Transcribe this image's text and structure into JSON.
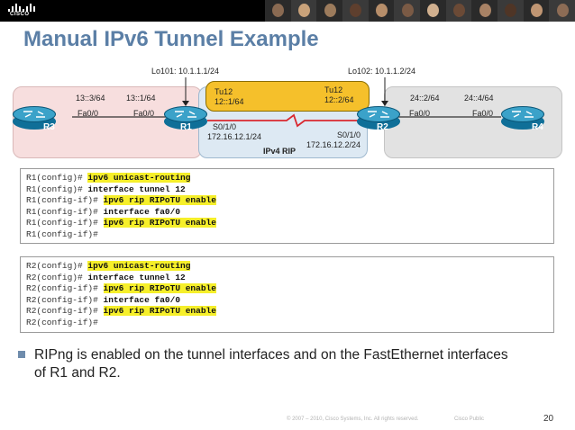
{
  "header": {
    "logo_text": "CISCO",
    "photo_colors": [
      "#8a6a52",
      "#c9a27a",
      "#9c7b5c",
      "#5e3f2e",
      "#b78e6a",
      "#7a5a45",
      "#d1b08f",
      "#6b4a36",
      "#a88265",
      "#4f3526",
      "#c09673",
      "#8d6c55"
    ]
  },
  "title": "Manual IPv6 Tunnel Example",
  "diagram": {
    "lo101": "Lo101: 10.1.1.1/24",
    "lo102": "Lo102: 10.1.1.2/24",
    "r3_lan": "13::3/64",
    "r1_lan": "13::1/64",
    "r3_fa": "Fa0/0",
    "r1_fa": "Fa0/0",
    "tu12_left_name": "Tu12",
    "tu12_left_addr": "12::1/64",
    "tu12_right_name": "Tu12",
    "tu12_right_addr": "12::2/64",
    "r2_lan": "24::2/64",
    "r4_lan": "24::4/64",
    "r2_fa": "Fa0/0",
    "r4_fa": "Fa0/0",
    "r1_serial_if": "S0/1/0",
    "r1_serial_ip": "172.16.12.1/24",
    "r2_serial_if": "S0/1/0",
    "r2_serial_ip": "172.16.12.2/24",
    "cloud_label": "IPv4 RIP",
    "routers": {
      "r3": "R3",
      "r1": "R1",
      "r2": "R2",
      "r4": "R4"
    },
    "colors": {
      "tunnel": "#f5c02b",
      "serial_link": "#d9282f",
      "router": "#0f6f98"
    }
  },
  "cli_r1": [
    {
      "prompt": "R1(config)# ",
      "cmd": "ipv6 unicast-routing",
      "highlight": true
    },
    {
      "prompt": "R1(config)# ",
      "cmd": "interface tunnel 12",
      "highlight": false
    },
    {
      "prompt": "R1(config-if)# ",
      "cmd": "ipv6 rip RIPoTU enable",
      "highlight": true
    },
    {
      "prompt": "R1(config-if)# ",
      "cmd": "interface fa0/0",
      "highlight": false
    },
    {
      "prompt": "R1(config-if)# ",
      "cmd": "ipv6 rip RIPoTU enable",
      "highlight": true
    },
    {
      "prompt": "R1(config-if)#",
      "cmd": "",
      "highlight": false
    }
  ],
  "cli_r2": [
    {
      "prompt": "R2(config)# ",
      "cmd": "ipv6 unicast-routing",
      "highlight": true
    },
    {
      "prompt": "R2(config)# ",
      "cmd": "interface tunnel 12",
      "highlight": false
    },
    {
      "prompt": "R2(config-if)# ",
      "cmd": "ipv6 rip RIPoTU enable",
      "highlight": true
    },
    {
      "prompt": "R2(config-if)# ",
      "cmd": "interface fa0/0",
      "highlight": false
    },
    {
      "prompt": "R2(config-if)# ",
      "cmd": "ipv6 rip RIPoTU enable",
      "highlight": true
    },
    {
      "prompt": "R2(config-if)#",
      "cmd": "",
      "highlight": false
    }
  ],
  "bullet": "RIPng is enabled on the tunnel interfaces and on the FastEthernet interfaces of R1 and R2.",
  "footer": {
    "copyright": "© 2007 – 2010, Cisco Systems, Inc. All rights reserved.",
    "classification": "Cisco Public",
    "page": "20"
  }
}
